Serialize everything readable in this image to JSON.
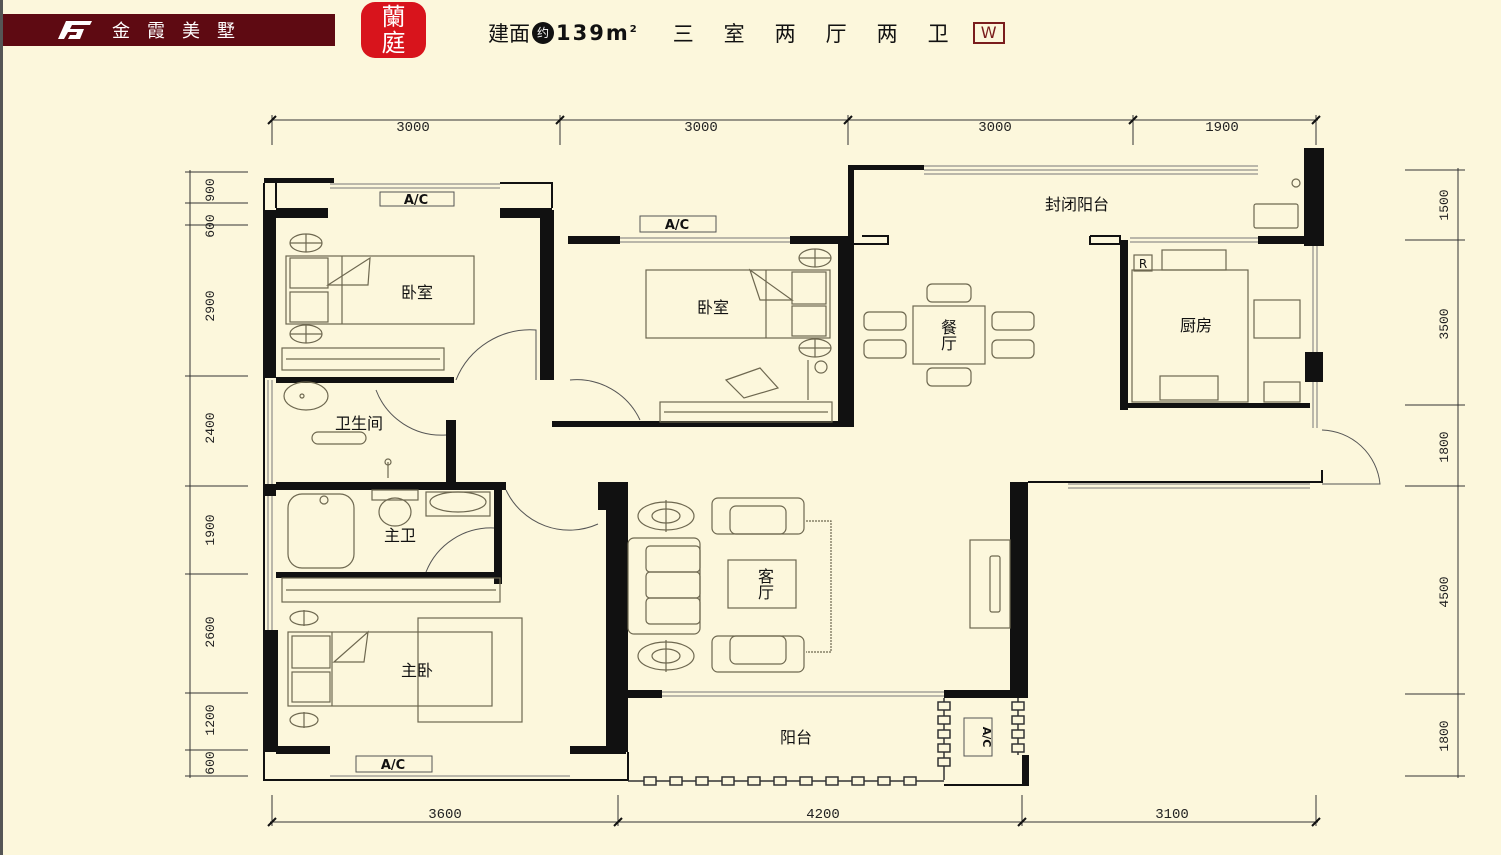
{
  "header": {
    "brand_logo": "F-logo",
    "brand_name": "金霞美墅",
    "seal_text_top": "蘭",
    "seal_text_bottom": "庭",
    "area_prefix": "建面",
    "area_circle": "约",
    "area_value": "139m",
    "area_unit_sup": "2",
    "layout": "三室两厅两卫",
    "type_tag": "W"
  },
  "rooms": {
    "bedroom_1": "卧室",
    "bedroom_2": "卧室",
    "closed_balcony": "封闭阳台",
    "dining": "餐厅",
    "dining_line1": "餐",
    "dining_line2": "厅",
    "kitchen": "厨房",
    "bathroom": "卫生间",
    "master_bath": "主卫",
    "living_line1": "客",
    "living_line2": "厅",
    "master_bedroom": "主卧",
    "balcony": "阳台",
    "fridge_mark": "R"
  },
  "ac_labels": {
    "ac_bed1": "A/C",
    "ac_bed2": "A/C",
    "ac_master": "A/C",
    "ac_balcony": "A/C"
  },
  "dimensions": {
    "top": [
      "3000",
      "3000",
      "3000",
      "1900"
    ],
    "bottom": [
      "3600",
      "4200",
      "3100"
    ],
    "left": [
      "900",
      "600",
      "2900",
      "2400",
      "1900",
      "2600",
      "1200",
      "600"
    ],
    "right": [
      "1500",
      "3500",
      "1800",
      "4500",
      "1800"
    ]
  },
  "colors": {
    "background": "#fcf7dc",
    "brand_bar": "#5e0a12",
    "seal": "#d8141c",
    "wall": "#111111",
    "furniture": "#8a8366"
  }
}
